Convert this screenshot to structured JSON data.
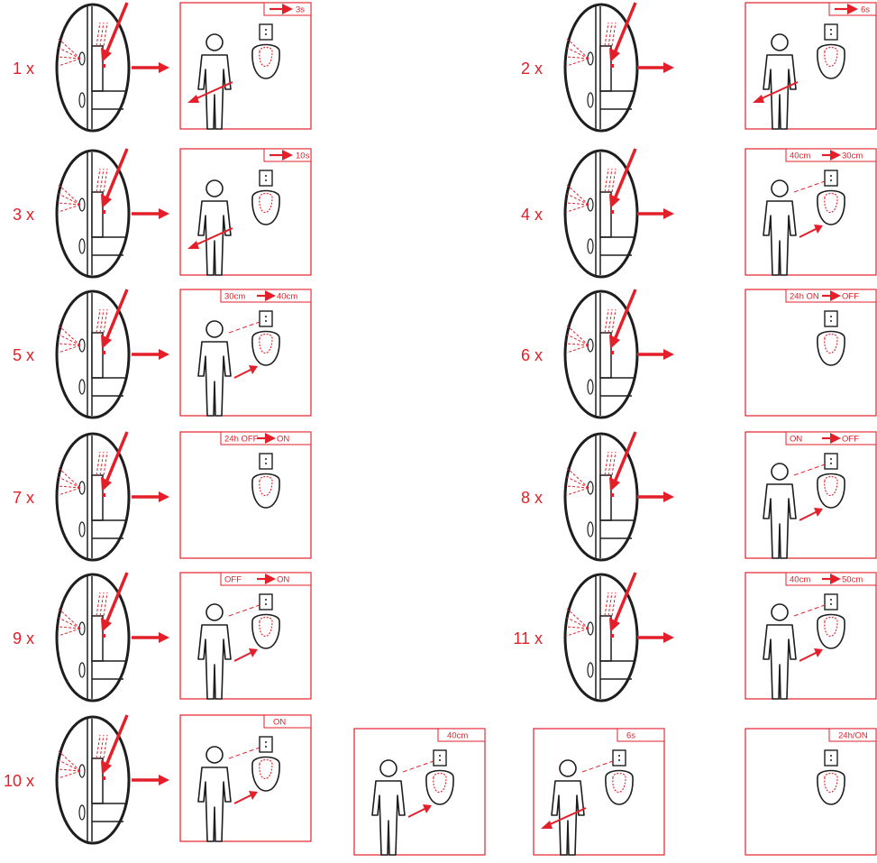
{
  "accent_color": "#e3202a",
  "line_color": "#1e1e1e",
  "steps": [
    {
      "count": "1 x",
      "tag": "3s",
      "tag_arrow": true,
      "sensor": "press",
      "person": true,
      "person_arrow": "away",
      "beam": false
    },
    {
      "count": "2 x",
      "tag": "6s",
      "tag_arrow": true,
      "sensor": "press",
      "person": true,
      "person_arrow": "away",
      "beam": false
    },
    {
      "count": "3 x",
      "tag": "10s",
      "tag_arrow": true,
      "sensor": "press",
      "person": true,
      "person_arrow": "away",
      "beam": false
    },
    {
      "count": "4 x",
      "tag_from": "40cm",
      "tag": "30cm",
      "tag_arrow": true,
      "sensor": "press",
      "person": true,
      "person_arrow": "toward",
      "beam": true
    },
    {
      "count": "5 x",
      "tag_from": "30cm",
      "tag": "40cm",
      "tag_arrow": true,
      "sensor": "press",
      "person": true,
      "person_arrow": "toward",
      "beam": true
    },
    {
      "count": "6 x",
      "tag_from": "24h ON",
      "tag": "OFF",
      "tag_arrow": true,
      "sensor": "press",
      "person": false,
      "beam": false
    },
    {
      "count": "7 x",
      "tag_from": "24h OFF",
      "tag": "ON",
      "tag_arrow": true,
      "sensor": "press",
      "person": false,
      "beam": false
    },
    {
      "count": "8 x",
      "tag_from": "ON",
      "tag": "OFF",
      "tag_arrow": true,
      "sensor": "press",
      "person": true,
      "person_arrow": "toward",
      "beam": true
    },
    {
      "count": "9 x",
      "tag_from": "OFF",
      "tag": "ON",
      "tag_arrow": true,
      "sensor": "press",
      "person": true,
      "person_arrow": "toward",
      "beam": true
    },
    {
      "count": "11 x",
      "tag_from": "40cm",
      "tag": "50cm",
      "tag_arrow": true,
      "sensor": "press",
      "person": true,
      "person_arrow": "toward",
      "beam": true
    },
    {
      "count": "10 x",
      "tag": "ON",
      "tag_arrow": false,
      "sensor": "press",
      "person": true,
      "person_arrow": "toward",
      "beam": true
    }
  ],
  "reset_sequence": [
    {
      "tag": "40cm",
      "person": true,
      "person_arrow": "toward",
      "beam": true
    },
    {
      "tag": "6s",
      "person": true,
      "person_arrow": "away",
      "beam": true
    },
    {
      "tag": "24h/ON",
      "person": false,
      "beam": false
    }
  ]
}
